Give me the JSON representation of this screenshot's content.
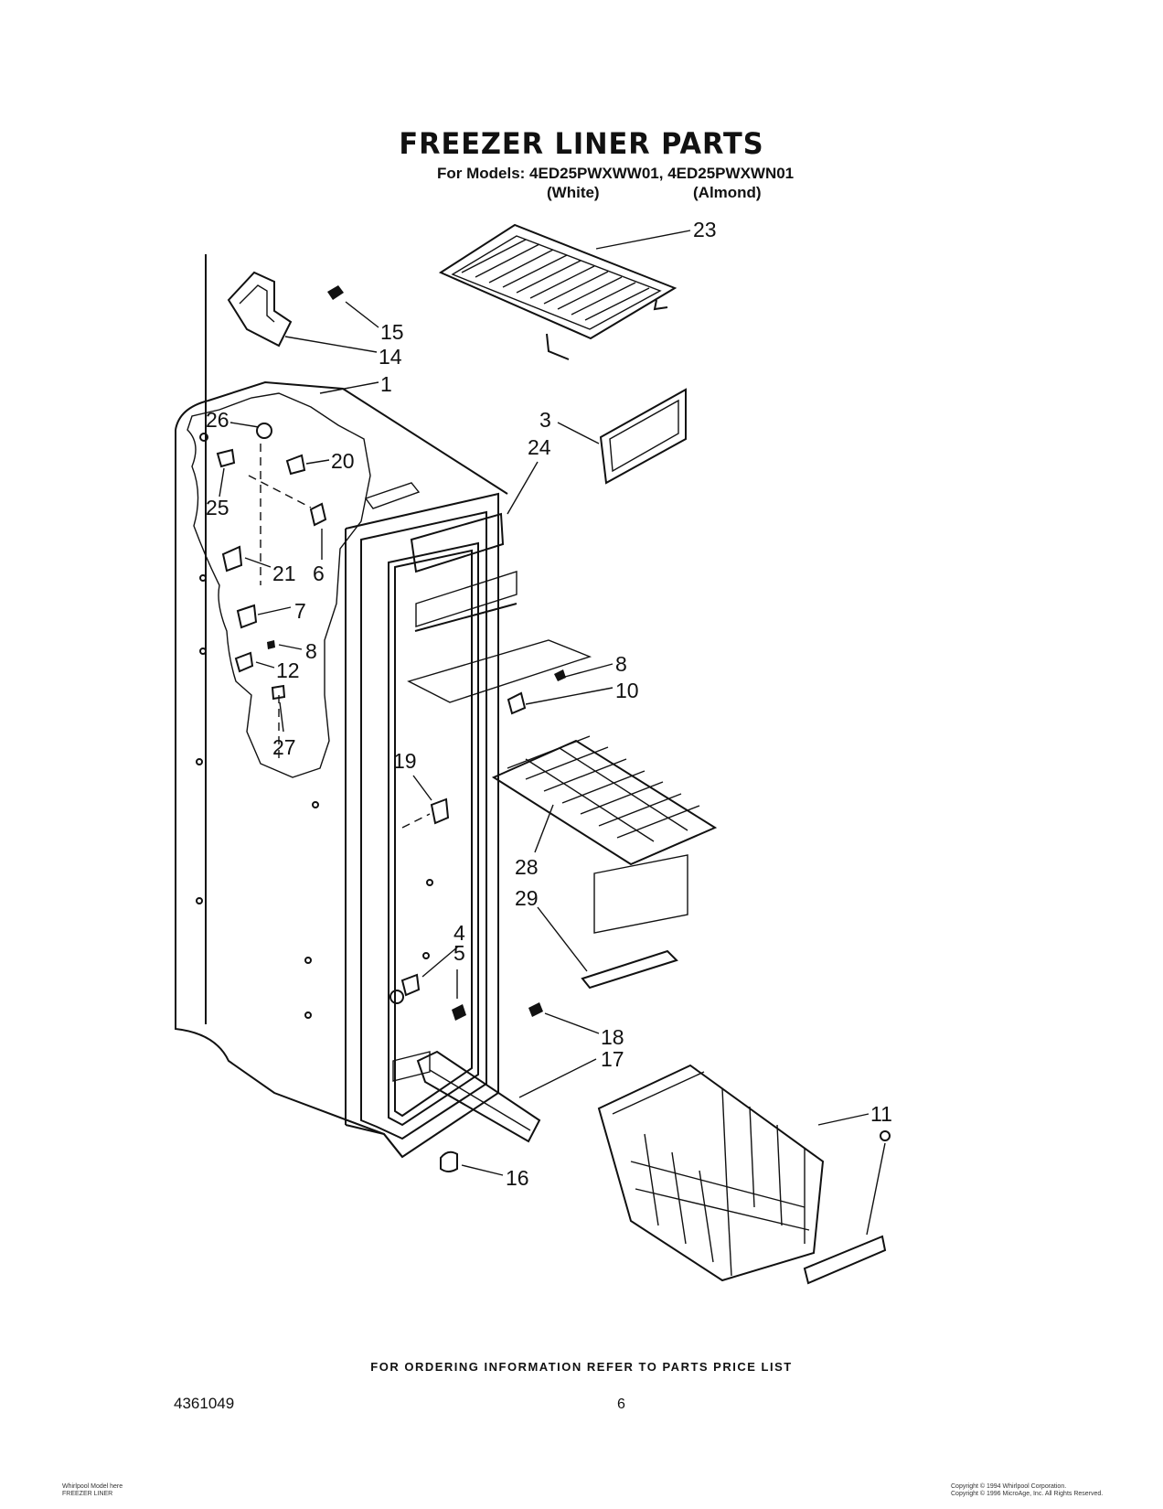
{
  "header": {
    "title": "FREEZER LINER PARTS",
    "models_line": "For Models: 4ED25PWXWW01, 4ED25PWXWN01",
    "variant_white": "(White)",
    "variant_almond": "(Almond)"
  },
  "callouts": [
    "23",
    "15",
    "14",
    "1",
    "26",
    "20",
    "3",
    "24",
    "25",
    "21",
    "6",
    "7",
    "8",
    "12",
    "27",
    "8",
    "10",
    "19",
    "28",
    "29",
    "4",
    "5",
    "18",
    "17",
    "11",
    "16"
  ],
  "footer": {
    "ordering_note": "FOR ORDERING INFORMATION REFER TO PARTS PRICE LIST",
    "doc_number": "4361049",
    "page_number": "6",
    "small_left_1": "Whirlpool Model here",
    "small_left_2": "FREEZER LINER",
    "small_right_1": "Copyright © 1994 Whirlpool Corporation.",
    "small_right_2": "Copyright © 1996 MicroAge, Inc. All Rights Reserved."
  }
}
